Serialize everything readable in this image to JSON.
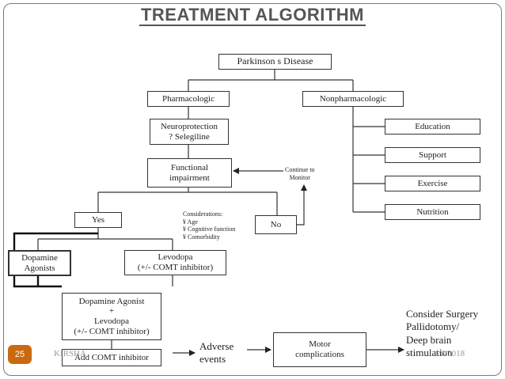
{
  "slide": {
    "title": "TREATMENT  ALGORITHM",
    "slide_number": "25",
    "footer_author": "KIRSHA",
    "footer_date": "4/6/2018"
  },
  "diagram": {
    "root": "Parkinson s Disease",
    "pharmacologic": "Pharmacologic",
    "nonpharmacologic": "Nonpharmacologic",
    "neuroprotection": [
      "Neuroprotection",
      "? Selegiline"
    ],
    "functional_impairment": [
      "Functional",
      "impairment"
    ],
    "continue_to_monitor": [
      "Continue to",
      "Monitor"
    ],
    "yes": "Yes",
    "no": "No",
    "considerations": [
      "Considerations:",
      "¥ Age",
      "¥ Cognitive function",
      "¥ Comorbidity"
    ],
    "dopamine_agonists": [
      "Dopamine",
      "Agonists"
    ],
    "levodopa": [
      "Levodopa",
      "(+/- COMT  inhibitor)"
    ],
    "combination": [
      "Dopamine Agonist",
      "+",
      "Levodopa",
      "(+/- COMT inhibitor)"
    ],
    "add_comt": "Add COMT inhibitor",
    "nonpharm_items": [
      "Education",
      "Support",
      "Exercise",
      "Nutrition"
    ],
    "adverse_events": [
      "Adverse",
      "events"
    ],
    "motor_complications": [
      "Motor",
      "complications"
    ],
    "surgery": [
      "Consider Surgery",
      "Pallidotomy/",
      "Deep brain",
      "stimulation"
    ]
  }
}
